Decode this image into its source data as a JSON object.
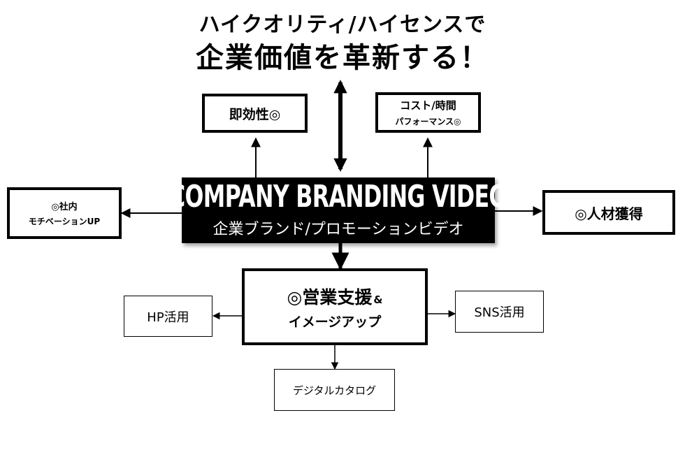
{
  "headline": {
    "line1": "ハイクオリティ/ハイセンスで",
    "line2": "企業価値を革新する！"
  },
  "center": {
    "title": "COMPANY BRANDING VIDEO",
    "subtitle": "企業ブランド/プロモーションビデオ"
  },
  "boxes": {
    "immediacy": "即効性◎",
    "cost_line1": "コスト/時間",
    "cost_line2": "パフォーマンス◎",
    "internal_line1": "◎社内",
    "internal_line2": "モチベーションUP",
    "recruit": "◎人材獲得",
    "sales_line1": "◎営業支援",
    "sales_amp": "&",
    "sales_line2": "イメージアップ",
    "hp": "HP活用",
    "sns": "SNS活用",
    "catalog": "デジタルカタログ"
  }
}
